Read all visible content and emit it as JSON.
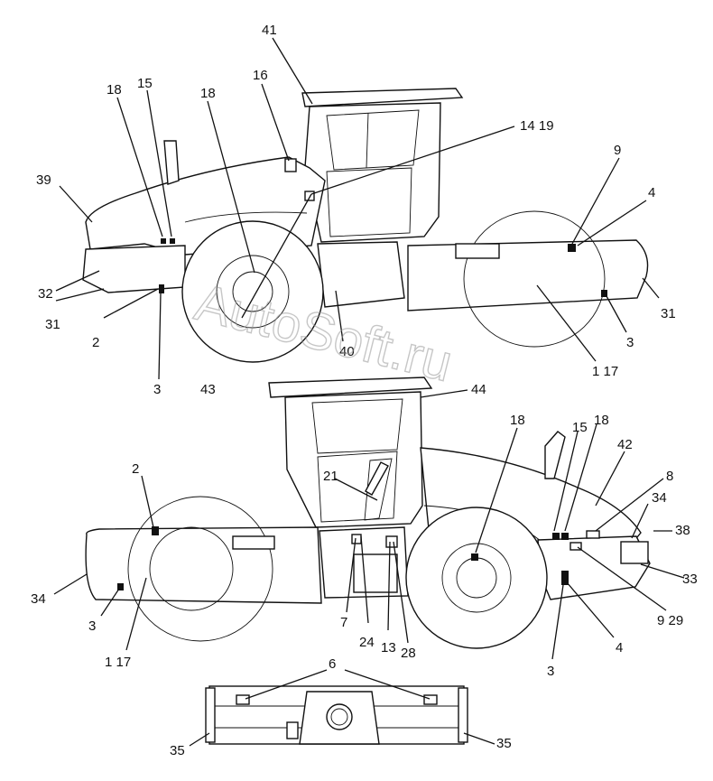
{
  "watermark": "AutoSoft.ru",
  "views": {
    "top": {
      "labels": [
        "41",
        "16",
        "18",
        "15",
        "18",
        "14 19",
        "9",
        "4",
        "39",
        "32",
        "31",
        "2",
        "3",
        "43",
        "40",
        "31",
        "3",
        "1 17"
      ]
    },
    "middle": {
      "labels": [
        "44",
        "18",
        "15",
        "18",
        "42",
        "8",
        "34",
        "38",
        "33",
        "2",
        "21",
        "34",
        "3",
        "1 17",
        "7",
        "24",
        "13",
        "28",
        "9 29",
        "4",
        "3"
      ]
    },
    "bottom": {
      "labels": [
        "6",
        "35",
        "35"
      ]
    }
  }
}
